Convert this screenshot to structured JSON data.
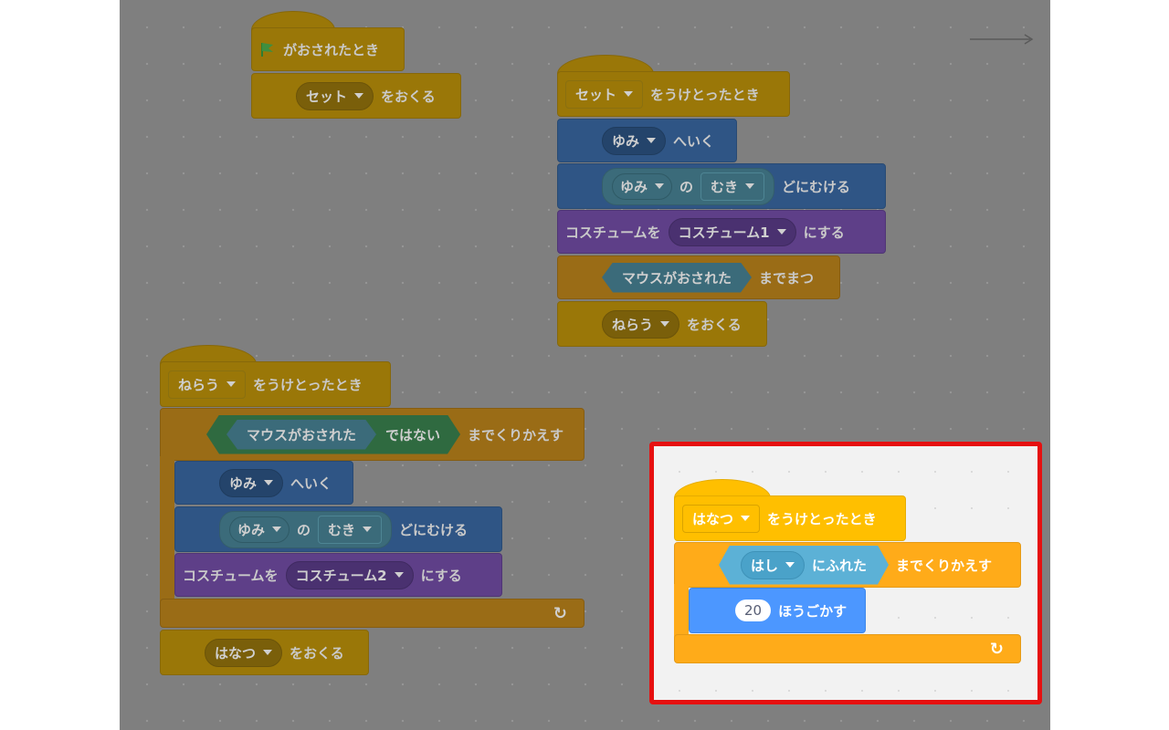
{
  "blocks": {
    "flag_hat": {
      "label": "がおされたとき"
    },
    "broadcast1": {
      "dropdown": "セット",
      "label": "をおくる"
    },
    "recv_set": {
      "dropdown": "セット",
      "label": "をうけとったとき"
    },
    "goto1": {
      "dropdown": "ゆみ",
      "label": "へいく"
    },
    "point1": {
      "obj": "ゆみ",
      "of": "の",
      "prop": "むき",
      "label": "どにむける"
    },
    "costume1": {
      "prefix": "コスチュームを",
      "dropdown": "コスチューム1",
      "suffix": "にする"
    },
    "wait_until": {
      "cond": "マウスがおされた",
      "label": "までまつ"
    },
    "broadcast2": {
      "dropdown": "ねらう",
      "label": "をおくる"
    },
    "recv_aim": {
      "dropdown": "ねらう",
      "label": "をうけとったとき"
    },
    "repeat1": {
      "cond": "マウスがおされた",
      "not": "ではない",
      "label": "までくりかえす"
    },
    "goto2": {
      "dropdown": "ゆみ",
      "label": "へいく"
    },
    "point2": {
      "obj": "ゆみ",
      "of": "の",
      "prop": "むき",
      "label": "どにむける"
    },
    "costume2": {
      "prefix": "コスチュームを",
      "dropdown": "コスチューム2",
      "suffix": "にする"
    },
    "broadcast3": {
      "dropdown": "はなつ",
      "label": "をおくる"
    },
    "recv_shoot": {
      "dropdown": "はなつ",
      "label": "をうけとったとき"
    },
    "repeat2": {
      "cond_dropdown": "はし",
      "cond_label": "にふれた",
      "label": "までくりかえす"
    },
    "move": {
      "steps": "20",
      "label": "ほうごかす"
    }
  },
  "colors": {
    "highlight": "#e61010",
    "events": "#ffbf00",
    "control": "#ffab19",
    "motion": "#4c97ff",
    "sensing": "#5cb1d6"
  },
  "icons": [
    "green-flag-icon",
    "dropdown-arrow-icon",
    "loop-arrow-icon",
    "arrow-icon"
  ]
}
